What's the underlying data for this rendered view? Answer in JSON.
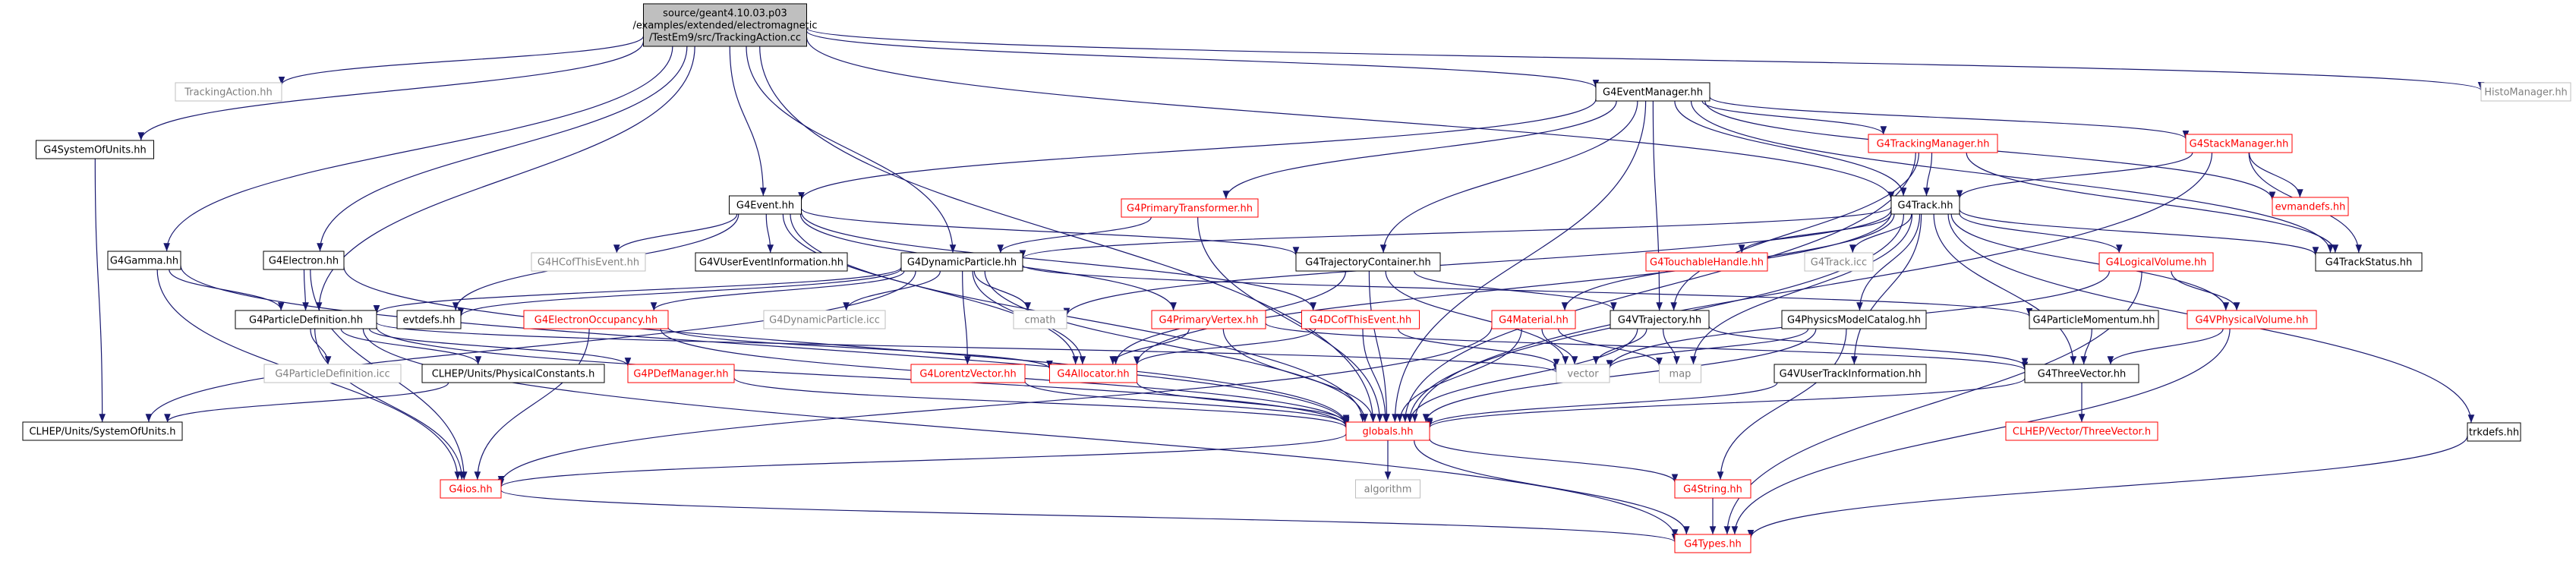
{
  "colors": {
    "edge": "#191970",
    "edge_red": "#cc0000",
    "text": "#000000",
    "text_red": "#ff0000",
    "border_black": "#000000",
    "border_red": "#ff0000",
    "border_gray": "#bfbfbf",
    "root_fill": "#bfbfbf"
  },
  "nodes": [
    {
      "id": "root",
      "style": "root",
      "lines": [
        "source/geant4.10.03.p03",
        "/examples/extended/electromagnetic",
        "/TestEm9/src/TrackingAction.cc"
      ]
    },
    {
      "id": "trackingaction",
      "style": "gray",
      "lines": [
        "TrackingAction.hh"
      ]
    },
    {
      "id": "histomanager",
      "style": "gray",
      "lines": [
        "HistoManager.hh"
      ]
    },
    {
      "id": "g4systemofunits",
      "style": "black",
      "lines": [
        "G4SystemOfUnits.hh"
      ]
    },
    {
      "id": "g4eventmanager",
      "style": "black",
      "lines": [
        "G4EventManager.hh"
      ]
    },
    {
      "id": "g4event",
      "style": "black",
      "lines": [
        "G4Event.hh"
      ]
    },
    {
      "id": "g4gamma",
      "style": "black",
      "lines": [
        "G4Gamma.hh"
      ]
    },
    {
      "id": "g4electron",
      "style": "black",
      "lines": [
        "G4Electron.hh"
      ]
    },
    {
      "id": "g4trackingmanager",
      "style": "red",
      "lines": [
        "G4TrackingManager.hh"
      ]
    },
    {
      "id": "g4stackmanager",
      "style": "red",
      "lines": [
        "G4StackManager.hh"
      ]
    },
    {
      "id": "g4primarytransformer",
      "style": "red",
      "lines": [
        "G4PrimaryTransformer.hh"
      ]
    },
    {
      "id": "g4track",
      "style": "black",
      "lines": [
        "G4Track.hh"
      ]
    },
    {
      "id": "g4evmandefs",
      "style": "red",
      "lines": [
        "evmandefs.hh"
      ]
    },
    {
      "id": "g4hcofthisevent",
      "style": "gray",
      "lines": [
        "G4HCofThisEvent.hh"
      ]
    },
    {
      "id": "g4vusereventinformation",
      "style": "black",
      "lines": [
        "G4VUserEventInformation.hh"
      ]
    },
    {
      "id": "g4dynamicparticle",
      "style": "black",
      "lines": [
        "G4DynamicParticle.hh"
      ]
    },
    {
      "id": "g4trajectorycontainer",
      "style": "black",
      "lines": [
        "G4TrajectoryContainer.hh"
      ]
    },
    {
      "id": "g4touchablehandle",
      "style": "red",
      "lines": [
        "G4TouchableHandle.hh"
      ]
    },
    {
      "id": "g4tracktcc",
      "style": "gray",
      "lines": [
        "G4Track.icc"
      ]
    },
    {
      "id": "g4logicalvolume",
      "style": "red",
      "lines": [
        "G4LogicalVolume.hh"
      ]
    },
    {
      "id": "g4trackstatus",
      "style": "black",
      "lines": [
        "G4TrackStatus.hh"
      ]
    },
    {
      "id": "g4particledefinition",
      "style": "black",
      "lines": [
        "G4ParticleDefinition.hh"
      ]
    },
    {
      "id": "evtdefs",
      "style": "black",
      "lines": [
        "evtdefs.hh"
      ]
    },
    {
      "id": "g4electronoccupancy",
      "style": "red",
      "lines": [
        "G4ElectronOccupancy.hh"
      ]
    },
    {
      "id": "g4dynamicparticleicc",
      "style": "gray",
      "lines": [
        "G4DynamicParticle.icc"
      ]
    },
    {
      "id": "cmath",
      "style": "gray",
      "lines": [
        "cmath"
      ]
    },
    {
      "id": "g4primaryvertex",
      "style": "red",
      "lines": [
        "G4PrimaryVertex.hh"
      ]
    },
    {
      "id": "g4dcofthisevent",
      "style": "red",
      "lines": [
        "G4DCofThisEvent.hh"
      ]
    },
    {
      "id": "g4material",
      "style": "red",
      "lines": [
        "G4Material.hh"
      ]
    },
    {
      "id": "g4vtrajectory",
      "style": "black",
      "lines": [
        "G4VTrajectory.hh"
      ]
    },
    {
      "id": "g4physicsmodelcatalog",
      "style": "black",
      "lines": [
        "G4PhysicsModelCatalog.hh"
      ]
    },
    {
      "id": "g4particlemomentum",
      "style": "black",
      "lines": [
        "G4ParticleMomentum.hh"
      ]
    },
    {
      "id": "g4vphysicalvolume",
      "style": "red",
      "lines": [
        "G4VPhysicalVolume.hh"
      ]
    },
    {
      "id": "g4particledefinitionicc",
      "style": "gray",
      "lines": [
        "G4ParticleDefinition.icc"
      ]
    },
    {
      "id": "physicalconstants",
      "style": "black",
      "lines": [
        "CLHEP/Units/PhysicalConstants.h"
      ]
    },
    {
      "id": "g4pdefmanager",
      "style": "red",
      "lines": [
        "G4PDefManager.hh"
      ]
    },
    {
      "id": "g4lorentzvector",
      "style": "red",
      "lines": [
        "G4LorentzVector.hh"
      ]
    },
    {
      "id": "g4allocator",
      "style": "red",
      "lines": [
        "G4Allocator.hh"
      ]
    },
    {
      "id": "vector",
      "style": "gray",
      "lines": [
        "vector"
      ]
    },
    {
      "id": "map",
      "style": "gray",
      "lines": [
        "map"
      ]
    },
    {
      "id": "g4vusertrackinformation",
      "style": "black",
      "lines": [
        "G4VUserTrackInformation.hh"
      ]
    },
    {
      "id": "g4threevector",
      "style": "black",
      "lines": [
        "G4ThreeVector.hh"
      ]
    },
    {
      "id": "systemofunits",
      "style": "black",
      "lines": [
        "CLHEP/Units/SystemOfUnits.h"
      ]
    },
    {
      "id": "globals",
      "style": "red",
      "lines": [
        "globals.hh"
      ]
    },
    {
      "id": "clhepthreevector",
      "style": "red",
      "lines": [
        "CLHEP/Vector/ThreeVector.h"
      ]
    },
    {
      "id": "trkdefs",
      "style": "black",
      "lines": [
        "trkdefs.hh"
      ]
    },
    {
      "id": "algorithm",
      "style": "gray",
      "lines": [
        "algorithm"
      ]
    },
    {
      "id": "g4string",
      "style": "red",
      "lines": [
        "G4String.hh"
      ]
    },
    {
      "id": "g4ios",
      "style": "red",
      "lines": [
        "G4ios.hh"
      ]
    },
    {
      "id": "g4types",
      "style": "red",
      "lines": [
        "G4Types.hh"
      ]
    }
  ],
  "edges": [
    [
      "root",
      "trackingaction"
    ],
    [
      "root",
      "histomanager"
    ],
    [
      "root",
      "g4systemofunits"
    ],
    [
      "root",
      "g4eventmanager"
    ],
    [
      "root",
      "g4event"
    ],
    [
      "root",
      "g4gamma"
    ],
    [
      "root",
      "g4electron"
    ],
    [
      "root",
      "g4track"
    ],
    [
      "root",
      "g4dynamicparticle"
    ],
    [
      "root",
      "g4particledefinition"
    ],
    [
      "root",
      "globals"
    ],
    [
      "g4systemofunits",
      "systemofunits"
    ],
    [
      "g4eventmanager",
      "g4event"
    ],
    [
      "g4eventmanager",
      "g4trackingmanager"
    ],
    [
      "g4eventmanager",
      "g4stackmanager"
    ],
    [
      "g4eventmanager",
      "g4primarytransformer"
    ],
    [
      "g4eventmanager",
      "g4track"
    ],
    [
      "g4eventmanager",
      "g4evmandefs"
    ],
    [
      "g4eventmanager",
      "g4trackstatus"
    ],
    [
      "g4eventmanager",
      "g4trajectorycontainer"
    ],
    [
      "g4eventmanager",
      "g4vtrajectory"
    ],
    [
      "g4eventmanager",
      "globals"
    ],
    [
      "g4trackingmanager",
      "g4track"
    ],
    [
      "g4trackingmanager",
      "g4vtrajectory"
    ],
    [
      "g4trackingmanager",
      "g4trackstatus"
    ],
    [
      "g4trackingmanager",
      "globals"
    ],
    [
      "g4stackmanager",
      "g4track"
    ],
    [
      "g4stackmanager",
      "g4evmandefs"
    ],
    [
      "g4stackmanager",
      "g4trackstatus"
    ],
    [
      "g4stackmanager",
      "globals"
    ],
    [
      "g4primarytransformer",
      "g4dynamicparticle"
    ],
    [
      "g4primarytransformer",
      "globals"
    ],
    [
      "g4event",
      "g4hcofthisevent"
    ],
    [
      "g4event",
      "g4vusereventinformation"
    ],
    [
      "g4event",
      "g4trajectorycontainer"
    ],
    [
      "g4event",
      "g4primaryvertex"
    ],
    [
      "g4event",
      "g4dcofthisevent"
    ],
    [
      "g4event",
      "evtdefs"
    ],
    [
      "g4event",
      "g4allocator"
    ],
    [
      "g4event",
      "globals"
    ],
    [
      "g4gamma",
      "g4particledefinition"
    ],
    [
      "g4gamma",
      "globals"
    ],
    [
      "g4gamma",
      "g4ios"
    ],
    [
      "g4electron",
      "g4particledefinition"
    ],
    [
      "g4electron",
      "globals"
    ],
    [
      "g4electron",
      "g4ios"
    ],
    [
      "g4track",
      "g4touchablehandle"
    ],
    [
      "g4track",
      "g4tracktcc"
    ],
    [
      "g4track",
      "g4logicalvolume"
    ],
    [
      "g4track",
      "g4trackstatus"
    ],
    [
      "g4track",
      "g4dynamicparticle"
    ],
    [
      "g4track",
      "g4material"
    ],
    [
      "g4track",
      "g4vphysicalvolume"
    ],
    [
      "g4track",
      "g4threevector"
    ],
    [
      "g4track",
      "g4physicsmodelcatalog"
    ],
    [
      "g4track",
      "g4vusertrackinformation"
    ],
    [
      "g4track",
      "g4allocator"
    ],
    [
      "g4track",
      "globals"
    ],
    [
      "g4track",
      "cmath"
    ],
    [
      "g4track",
      "trkdefs"
    ],
    [
      "g4track",
      "map"
    ],
    [
      "g4logicalvolume",
      "g4vphysicalvolume"
    ],
    [
      "g4logicalvolume",
      "vector"
    ],
    [
      "g4logicalvolume",
      "g4types"
    ],
    [
      "g4dynamicparticle",
      "g4particledefinition"
    ],
    [
      "g4dynamicparticle",
      "evtdefs"
    ],
    [
      "g4dynamicparticle",
      "g4electronoccupancy"
    ],
    [
      "g4dynamicparticle",
      "g4dynamicparticleicc"
    ],
    [
      "g4dynamicparticle",
      "cmath"
    ],
    [
      "g4dynamicparticle",
      "g4lorentzvector"
    ],
    [
      "g4dynamicparticle",
      "g4allocator"
    ],
    [
      "g4dynamicparticle",
      "g4particlemomentum"
    ],
    [
      "g4dynamicparticle",
      "globals"
    ],
    [
      "g4dynamicparticle",
      "systemofunits"
    ],
    [
      "g4trajectorycontainer",
      "g4vtrajectory"
    ],
    [
      "g4trajectorycontainer",
      "g4allocator"
    ],
    [
      "g4trajectorycontainer",
      "vector"
    ],
    [
      "g4trajectorycontainer",
      "globals"
    ],
    [
      "g4particledefinition",
      "g4particledefinitionicc"
    ],
    [
      "g4particledefinition",
      "physicalconstants"
    ],
    [
      "g4particledefinition",
      "g4pdefmanager"
    ],
    [
      "g4particledefinition",
      "vector"
    ],
    [
      "g4particledefinition",
      "globals"
    ],
    [
      "g4particledefinition",
      "g4ios"
    ],
    [
      "g4particledefinition",
      "g4types"
    ],
    [
      "g4electronoccupancy",
      "g4allocator"
    ],
    [
      "g4electronoccupancy",
      "globals"
    ],
    [
      "g4electronoccupancy",
      "g4ios"
    ],
    [
      "g4primaryvertex",
      "g4allocator"
    ],
    [
      "g4primaryvertex",
      "g4threevector"
    ],
    [
      "g4primaryvertex",
      "globals"
    ],
    [
      "g4dcofthisevent",
      "g4allocator"
    ],
    [
      "g4dcofthisevent",
      "vector"
    ],
    [
      "g4dcofthisevent",
      "globals"
    ],
    [
      "g4material",
      "vector"
    ],
    [
      "g4material",
      "map"
    ],
    [
      "g4material",
      "globals"
    ],
    [
      "g4material",
      "g4ios"
    ],
    [
      "g4vtrajectory",
      "vector"
    ],
    [
      "g4vtrajectory",
      "map"
    ],
    [
      "g4vtrajectory",
      "g4threevector"
    ],
    [
      "g4vtrajectory",
      "globals"
    ],
    [
      "g4physicsmodelcatalog",
      "vector"
    ],
    [
      "g4physicsmodelcatalog",
      "globals"
    ],
    [
      "g4physicsmodelcatalog",
      "g4string"
    ],
    [
      "g4particlemomentum",
      "g4threevector"
    ],
    [
      "g4vphysicalvolume",
      "g4threevector"
    ],
    [
      "g4vphysicalvolume",
      "g4types"
    ],
    [
      "physicalconstants",
      "systemofunits"
    ],
    [
      "g4pdefmanager",
      "globals"
    ],
    [
      "g4lorentzvector",
      "globals"
    ],
    [
      "g4allocator",
      "globals"
    ],
    [
      "g4vusertrackinformation",
      "globals"
    ],
    [
      "g4threevector",
      "globals"
    ],
    [
      "g4threevector",
      "clhepthreevector"
    ],
    [
      "globals",
      "algorithm"
    ],
    [
      "globals",
      "g4string"
    ],
    [
      "globals",
      "g4ios"
    ],
    [
      "globals",
      "g4types"
    ],
    [
      "g4string",
      "g4types"
    ],
    [
      "trkdefs",
      "g4types"
    ],
    [
      "g4ios",
      "g4types"
    ]
  ]
}
